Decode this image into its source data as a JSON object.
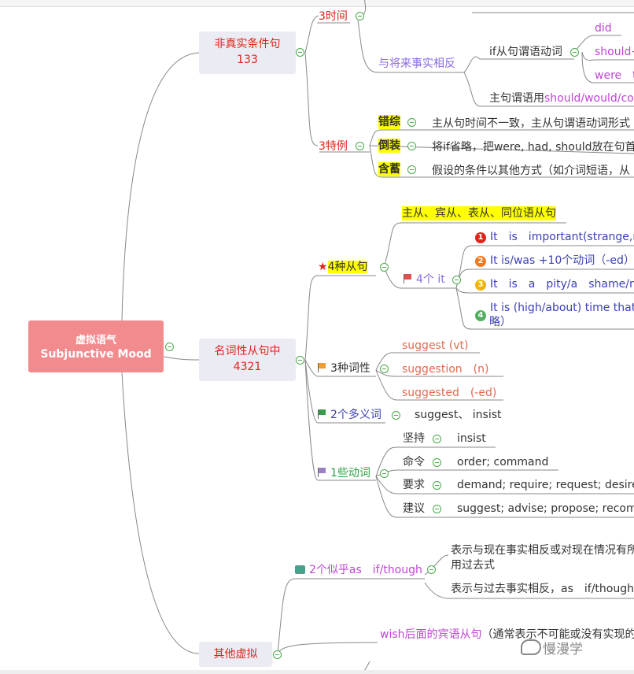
{
  "root": {
    "line1": "虚拟语气",
    "line2": "Subjunctive Mood"
  },
  "branch1": {
    "title": "非真实条件句",
    "num": "133",
    "time": "3时间",
    "future": "与将来事实相反",
    "if_verb": "if从句谓语动词",
    "did": "did",
    "should": "should+",
    "were": "were　t",
    "main_prefix": "主句谓语用",
    "main_modal": "should/would/co",
    "special": "3特例",
    "s1_label": "错综",
    "s1_text": "主从句时间不一致，主从句谓语动词形式",
    "s2_label": "倒装",
    "s2_text": "将if省略，把were, had, should放在句首",
    "s3_label": "含蓄",
    "s3_text": "假设的条件以其他方式（如介词短语，从"
  },
  "branch2": {
    "title": "名词性从句中",
    "num": "4321",
    "four": "4种从句",
    "four_list": "主从、宾从、表从、同位语从句",
    "four_it": "4个 it",
    "it1": "It　is　important(strange,na",
    "it2": "It is/was +10个动词（-ed）",
    "it3": "It　is　a　pity/a　shame/no　w",
    "it4a": "It is (high/about) time that",
    "it4b": "略）",
    "three": "3种词性",
    "w1": "suggest (vt)",
    "w2": "suggestion　(n)",
    "w3": "suggested　(-ed)",
    "two": "2个多义词",
    "two_val": "suggest、 insist",
    "one": "1些动词",
    "v1_l": "坚持",
    "v1": "insist",
    "v2_l": "命令",
    "v2": "order; command",
    "v3_l": "要求",
    "v3": "demand; require; request; desire",
    "v4_l": "建议",
    "v4": "suggest; advise; propose; recomm"
  },
  "branch3": {
    "title": "其他虚拟",
    "as_if": "2个似乎as　if/though",
    "as1a": "表示与现在事实相反或对现在情况有所",
    "as1b": "用过去式",
    "as2": "表示与过去事实相反，as　if/though",
    "wish_a": "wish后面的宾语从句",
    "wish_b": "（通常表示不可能或没有实现的"
  },
  "watermark": "慢漫学",
  "colors": {
    "root": "#f28b8e",
    "branch_box": "#ebebf3",
    "highlight": "#ffff00",
    "collapse": "#4aa84a"
  }
}
